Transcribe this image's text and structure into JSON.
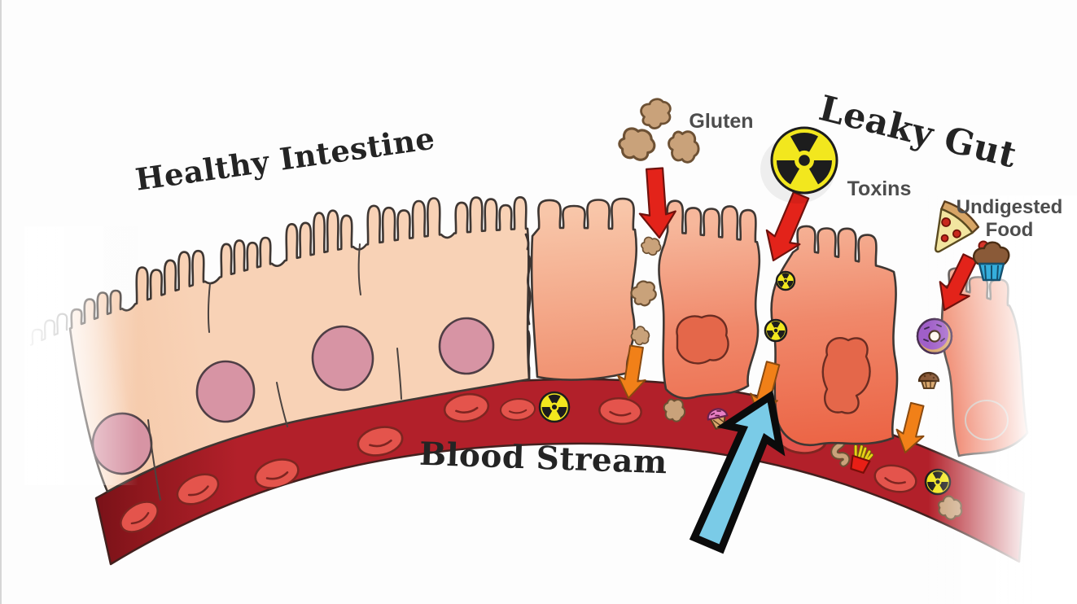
{
  "page": {
    "background": "#FDFDFD"
  },
  "diagram": {
    "titles": {
      "healthy": "Healthy Intestine",
      "leaky": "Leaky Gut",
      "blood_stream": "Blood Stream"
    },
    "labels": {
      "gluten": "Gluten",
      "toxins": "Toxins",
      "undigested_line1": "Undigested",
      "undigested_line2": "Food"
    },
    "icons": [
      "gluten-blob-icon",
      "radiation-icon",
      "pizza-icon",
      "cupcake-icon",
      "donut-icon",
      "muffin-icon",
      "fries-icon",
      "sweet-icon",
      "red-blood-cell-icon",
      "red-down-arrow-icon",
      "orange-down-arrow-icon",
      "blue-pointer-arrow-icon"
    ],
    "palette": {
      "healthy_wall": "#F7CDAF",
      "leaky_cell": "#EE6B4A",
      "nucleus_pink": "#D794A4",
      "blood_band": "#B2202A",
      "red_blood_cell": "#E4544C",
      "radiation_yellow": "#F2E71E",
      "red_arrow": "#E3231A",
      "orange_arrow": "#F18018",
      "blue_arrow": "#7ACBE7",
      "gluten_tan": "#C9A27A",
      "label_gray": "#4D4D4D",
      "title_ink": "#242424"
    }
  }
}
